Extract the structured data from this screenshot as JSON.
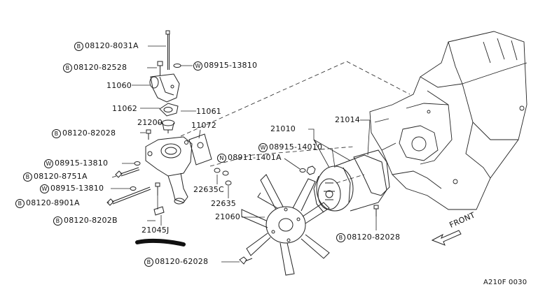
{
  "parts": {
    "p1": {
      "prefix": "B",
      "number": "08120-8031A"
    },
    "p2": {
      "prefix": "B",
      "number": "08120-82528"
    },
    "p3": {
      "prefix": "W",
      "number": "08915-13810"
    },
    "p4": {
      "number": "11060"
    },
    "p5": {
      "number": "11062"
    },
    "p6": {
      "number": "11061"
    },
    "p7": {
      "number": "21200"
    },
    "p8": {
      "number": "11072"
    },
    "p9": {
      "prefix": "B",
      "number": "08120-82028"
    },
    "p10": {
      "prefix": "W",
      "number": "08915-13810"
    },
    "p11": {
      "prefix": "B",
      "number": "08120-8751A"
    },
    "p12": {
      "prefix": "W",
      "number": "08915-13810"
    },
    "p13": {
      "prefix": "B",
      "number": "08120-8901A"
    },
    "p14": {
      "prefix": "B",
      "number": "08120-8202B"
    },
    "p15": {
      "number": "21045J"
    },
    "p16": {
      "number": "22635C"
    },
    "p17": {
      "number": "22635"
    },
    "p18": {
      "number": "21010"
    },
    "p19": {
      "number": "21014"
    },
    "p20": {
      "prefix": "W",
      "number": "08915-14010"
    },
    "p21": {
      "prefix": "N",
      "number": "08911-1401A"
    },
    "p22": {
      "number": "21060"
    },
    "p23": {
      "prefix": "B",
      "number": "08120-82028"
    },
    "p24": {
      "prefix": "B",
      "number": "08120-62028"
    }
  },
  "direction": {
    "label": "FRONT"
  },
  "diagram_code": "A210F 0030"
}
